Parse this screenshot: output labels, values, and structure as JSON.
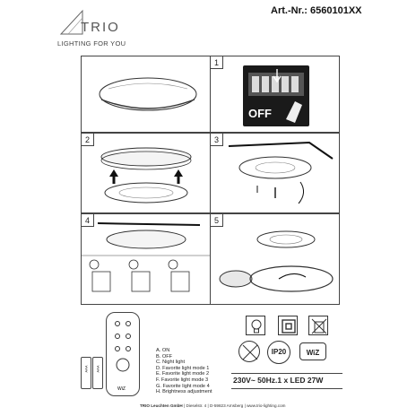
{
  "brand": {
    "name": "TRIO",
    "tagline": "LIGHTING FOR YOU"
  },
  "article_number": "Art.-Nr.: 6560101XX",
  "steps": {
    "s1": "1",
    "s2": "2",
    "s3": "3",
    "s4": "4",
    "s5": "5",
    "off_label": "OFF"
  },
  "remote_legend": [
    "A. ON",
    "B. OFF",
    "C. Night light",
    "D. Favorite light mode 1",
    "E. Favorite light mode 2",
    "F. Favorite light mode 3",
    "G. Favorite light mode 4",
    "H. Brightness adjustment"
  ],
  "battery_label": "AAA",
  "symbols": {
    "ip_rating": "IP20",
    "wiz": "WiZ"
  },
  "spec": "230V~ 50Hz.1 x LED 27W",
  "footer": {
    "company": "TRIO Leuchten GmbH",
    "street": "Dieselstr. 4",
    "city": "D-59823 Arnsberg",
    "web": "www.trio-lighting.com"
  },
  "colors": {
    "line": "#333333",
    "border": "#444444"
  }
}
